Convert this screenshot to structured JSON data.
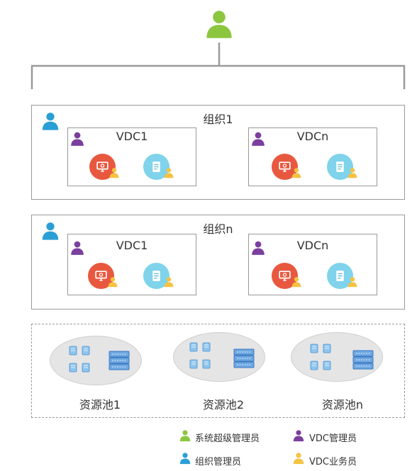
{
  "colors": {
    "system_admin": "#8cc63f",
    "org_admin": "#2a9fd6",
    "vdc_admin": "#7b3f9e",
    "vdc_operator": "#f5c242",
    "app_red": "#e8583f",
    "app_blue": "#7fd3ea",
    "line": "#9a9a9a"
  },
  "organizations": [
    {
      "title": "组织1",
      "vdcs": [
        {
          "title": "VDC1"
        },
        {
          "title": "VDCn"
        }
      ]
    },
    {
      "title": "组织n",
      "vdcs": [
        {
          "title": "VDC1"
        },
        {
          "title": "VDCn"
        }
      ]
    }
  ],
  "resource_pools": [
    {
      "label": "资源池1"
    },
    {
      "label": "资源池2"
    },
    {
      "label": "资源池n"
    }
  ],
  "legend": {
    "system_admin": "系统超级管理员",
    "vdc_admin": "VDC管理员",
    "org_admin": "组织管理员",
    "vdc_operator": "VDC业务员"
  }
}
